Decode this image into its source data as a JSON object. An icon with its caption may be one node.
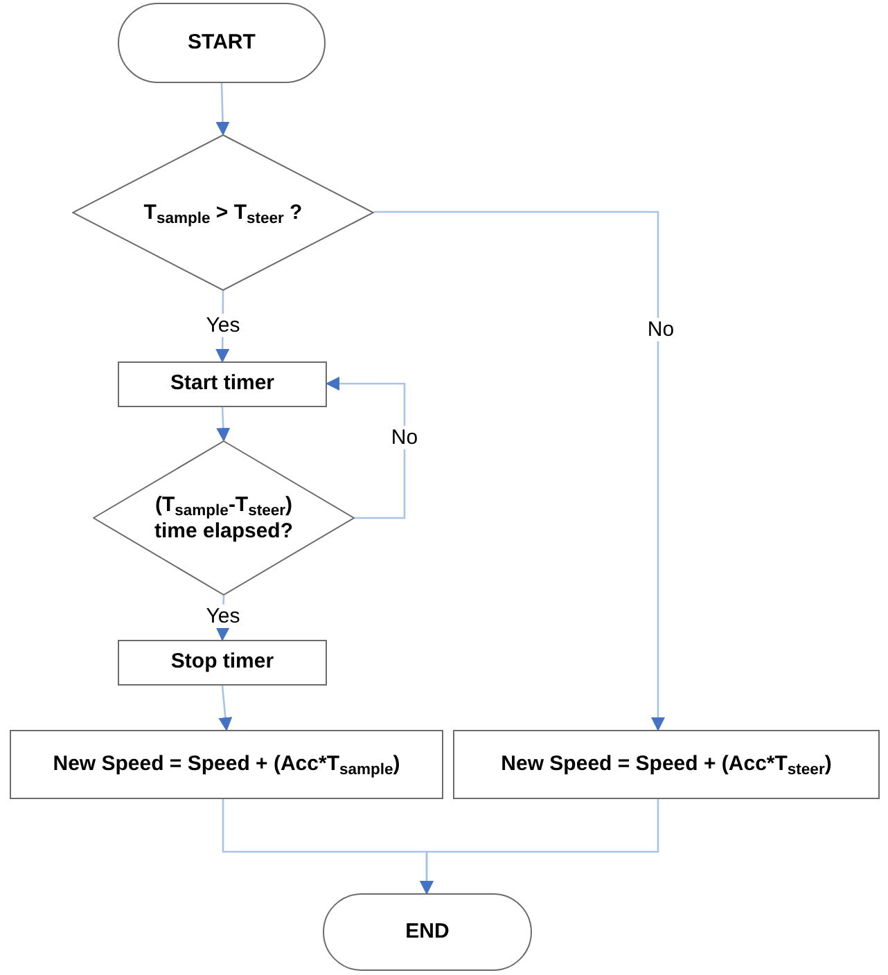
{
  "diagram": {
    "nodes": [
      {
        "text": [
          "START"
        ]
      },
      {
        "text": [
          "T$_{sample}$ > T$_{steer}$ ?"
        ]
      },
      {
        "text": [
          "Start timer"
        ]
      },
      {
        "text": [
          "(T$_{sample}$-T$_{steer}$) time elapsed?"
        ]
      },
      {
        "text": [
          "Stop timer"
        ]
      },
      {
        "text": [
          "New Speed = Speed + (Acc*T$_{sample}$)"
        ]
      },
      {
        "text": [
          "New Speed = Speed + (Acc*T$_{steer}$)"
        ]
      },
      {
        "text": [
          "END"
        ]
      }
    ],
    "edges": [
      {
        "from": 0,
        "to": 1,
        "arrow": "to"
      },
      {
        "from": 1,
        "to": 2,
        "arrow": "to",
        "label": "Yes"
      },
      {
        "from": 1,
        "to": 6,
        "arrow": "to",
        "label": "No"
      },
      {
        "from": 2,
        "to": 3,
        "arrow": "to"
      },
      {
        "from": 3,
        "to": 2,
        "arrow": "to",
        "label": "No"
      },
      {
        "from": 3,
        "to": 4,
        "arrow": "to",
        "label": "Yes"
      },
      {
        "from": 4,
        "to": 5,
        "arrow": "to"
      },
      {
        "from": 5,
        "to": 7,
        "arrow": "to"
      },
      {
        "from": 6,
        "to": 7,
        "arrow": "to"
      }
    ]
  }
}
